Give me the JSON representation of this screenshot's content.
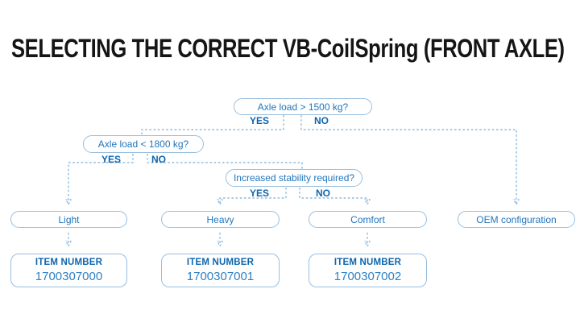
{
  "title": "SELECTING THE CORRECT VB-CoilSpring (FRONT AXLE)",
  "colors": {
    "title_text": "#151515",
    "box_border_blue": "#97bedf",
    "box_text_blue": "#2176bd",
    "label_bold_blue": "#0d65ae",
    "connector_blue": "#8fbbdf",
    "item_number_blue": "#2e80c3"
  },
  "flowchart": {
    "decisions": [
      {
        "question": "Axle load > 1500 kg?",
        "yes_label": "YES",
        "no_label": "NO"
      },
      {
        "question": "Axle load < 1800 kg?",
        "yes_label": "YES",
        "no_label": "NO"
      },
      {
        "question": "Increased stability required?",
        "yes_label": "YES",
        "no_label": "NO"
      }
    ],
    "outcomes": [
      {
        "label": "Light",
        "item_number_label": "ITEM NUMBER",
        "item_number": "1700307000"
      },
      {
        "label": "Heavy",
        "item_number_label": "ITEM NUMBER",
        "item_number": "1700307001"
      },
      {
        "label": "Comfort",
        "item_number_label": "ITEM NUMBER",
        "item_number": "1700307002"
      },
      {
        "label": "OEM configuration"
      }
    ]
  }
}
